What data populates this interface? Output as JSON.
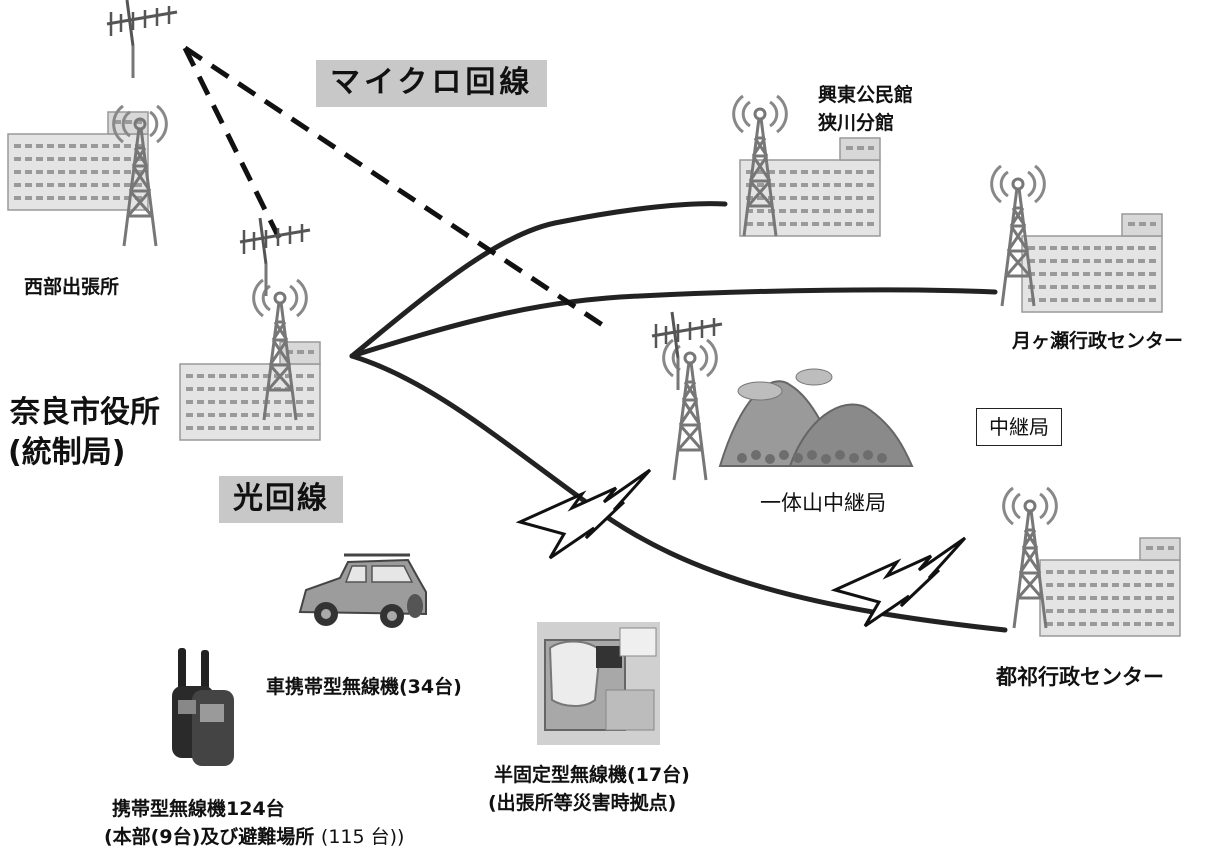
{
  "links": {
    "microwave": "マイクロ回線",
    "fiber": "光回線"
  },
  "sites": {
    "seibu": "西部出張所",
    "hq_line1": "奈良市役所",
    "hq_line2": "(統制局)",
    "kouto_line1": "興東公民館",
    "kouto_line2": "狭川分館",
    "tsukigase": "月ヶ瀬行政センター",
    "ittaisan": "一体山中継局",
    "relay_box": "中継局",
    "tsuge": "都祁行政センター"
  },
  "radios": {
    "vehicle": "車携帯型無線機(34台)",
    "semi_fixed_line1": "半固定型無線機(17台)",
    "semi_fixed_line2": "(出張所等災害時拠点)",
    "portable_line1": "携帯型無線機124台",
    "portable_line2": "(本部(9台)及び避難場所",
    "portable_line2_count": "(115 台))"
  }
}
